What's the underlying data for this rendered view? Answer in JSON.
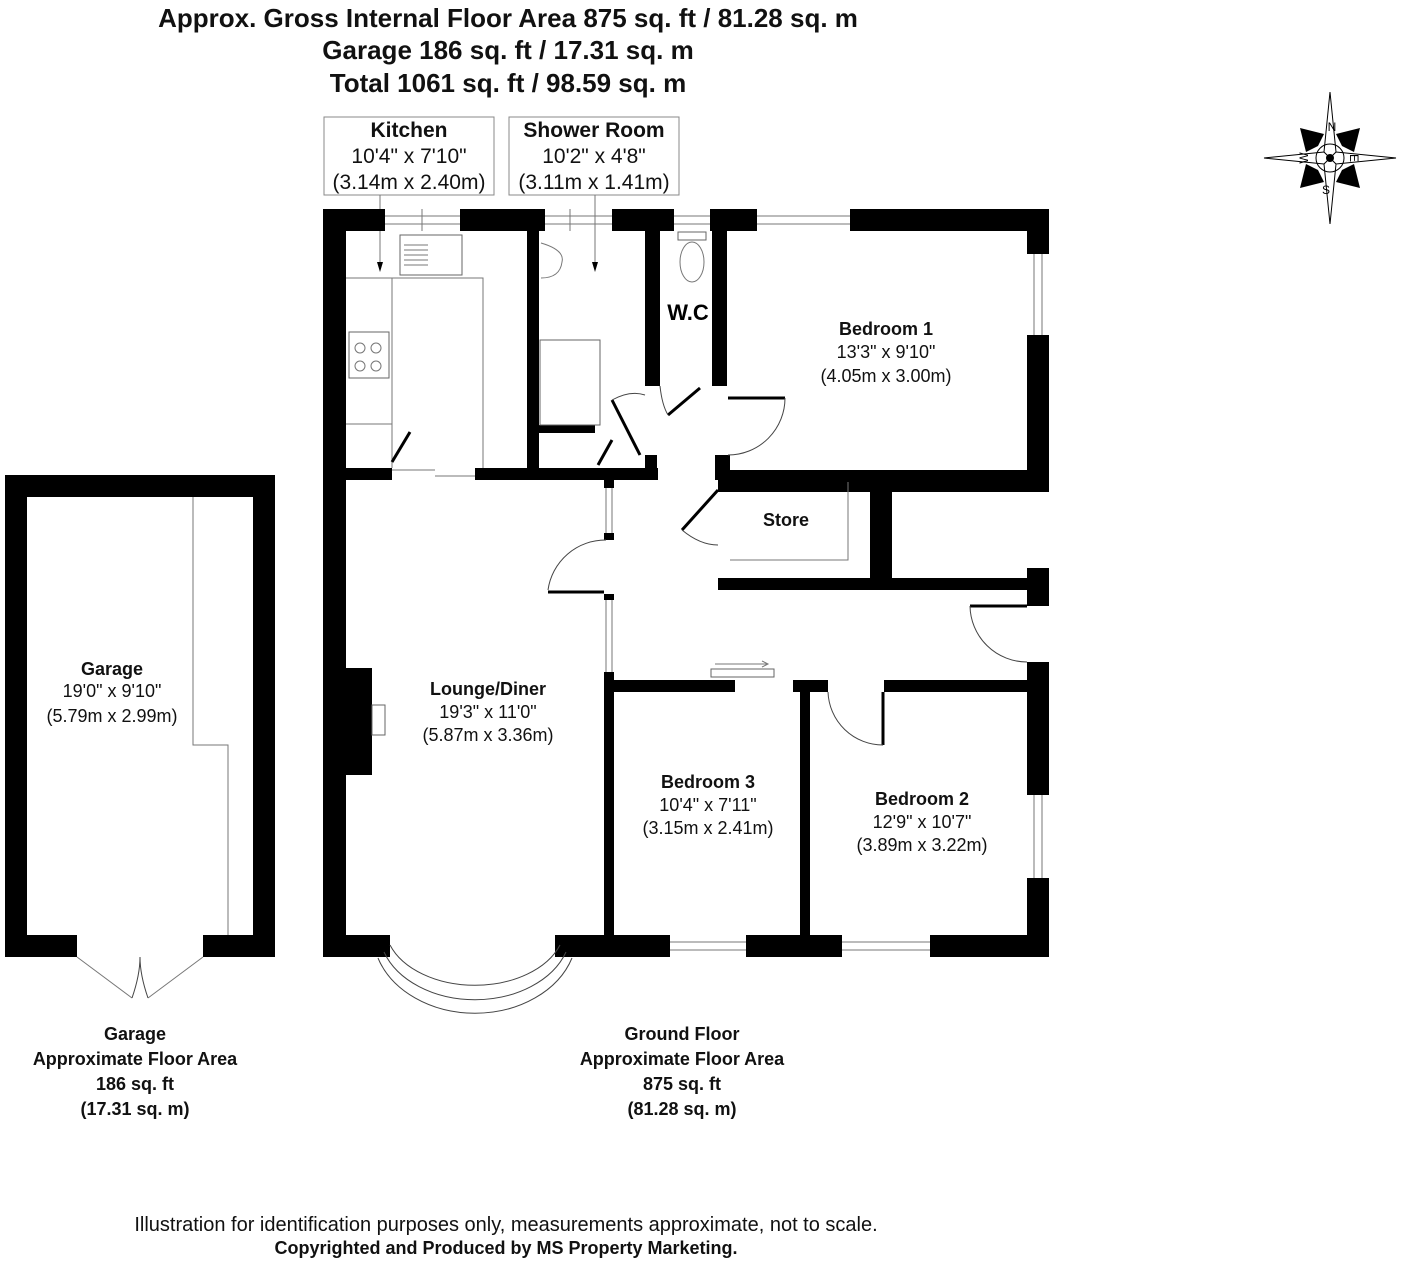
{
  "header": {
    "line1": "Approx. Gross Internal Floor Area 875 sq. ft / 81.28 sq. m",
    "line2": "Garage 186 sq. ft / 17.31 sq. m",
    "line3": "Total 1061 sq. ft / 98.59 sq. m"
  },
  "callouts": [
    {
      "name": "Kitchen",
      "imperial": "10'4\" x 7'10\"",
      "metric": "(3.14m x 2.40m)"
    },
    {
      "name": "Shower Room",
      "imperial": "10'2\" x 4'8\"",
      "metric": "(3.11m x 1.41m)"
    }
  ],
  "rooms": {
    "wc": {
      "name": "W.C"
    },
    "bedroom1": {
      "name": "Bedroom 1",
      "imperial": "13'3\" x 9'10\"",
      "metric": "(4.05m x 3.00m)"
    },
    "store": {
      "name": "Store"
    },
    "lounge": {
      "name": "Lounge/Diner",
      "imperial": "19'3\" x 11'0\"",
      "metric": "(5.87m x 3.36m)"
    },
    "bedroom3": {
      "name": "Bedroom 3",
      "imperial": "10'4\" x 7'11\"",
      "metric": "(3.15m x 2.41m)"
    },
    "bedroom2": {
      "name": "Bedroom 2",
      "imperial": "12'9\" x 10'7\"",
      "metric": "(3.89m x 3.22m)"
    },
    "garage": {
      "name": "Garage",
      "imperial": "19'0\" x 9'10\"",
      "metric": "(5.79m x 2.99m)"
    }
  },
  "compass": {
    "n": "N",
    "e": "E",
    "s": "S",
    "w": "W"
  },
  "floor_summaries": {
    "garage": {
      "line1": "Garage",
      "line2": "Approximate Floor Area",
      "line3": "186 sq. ft",
      "line4": "(17.31 sq. m)"
    },
    "ground": {
      "line1": "Ground Floor",
      "line2": "Approximate Floor Area",
      "line3": "875 sq. ft",
      "line4": "(81.28 sq. m)"
    }
  },
  "footer": {
    "disclaimer": "Illustration for identification purposes only, measurements approximate, not to scale.",
    "copyright": "Copyrighted  and Produced by MS Property Marketing."
  }
}
